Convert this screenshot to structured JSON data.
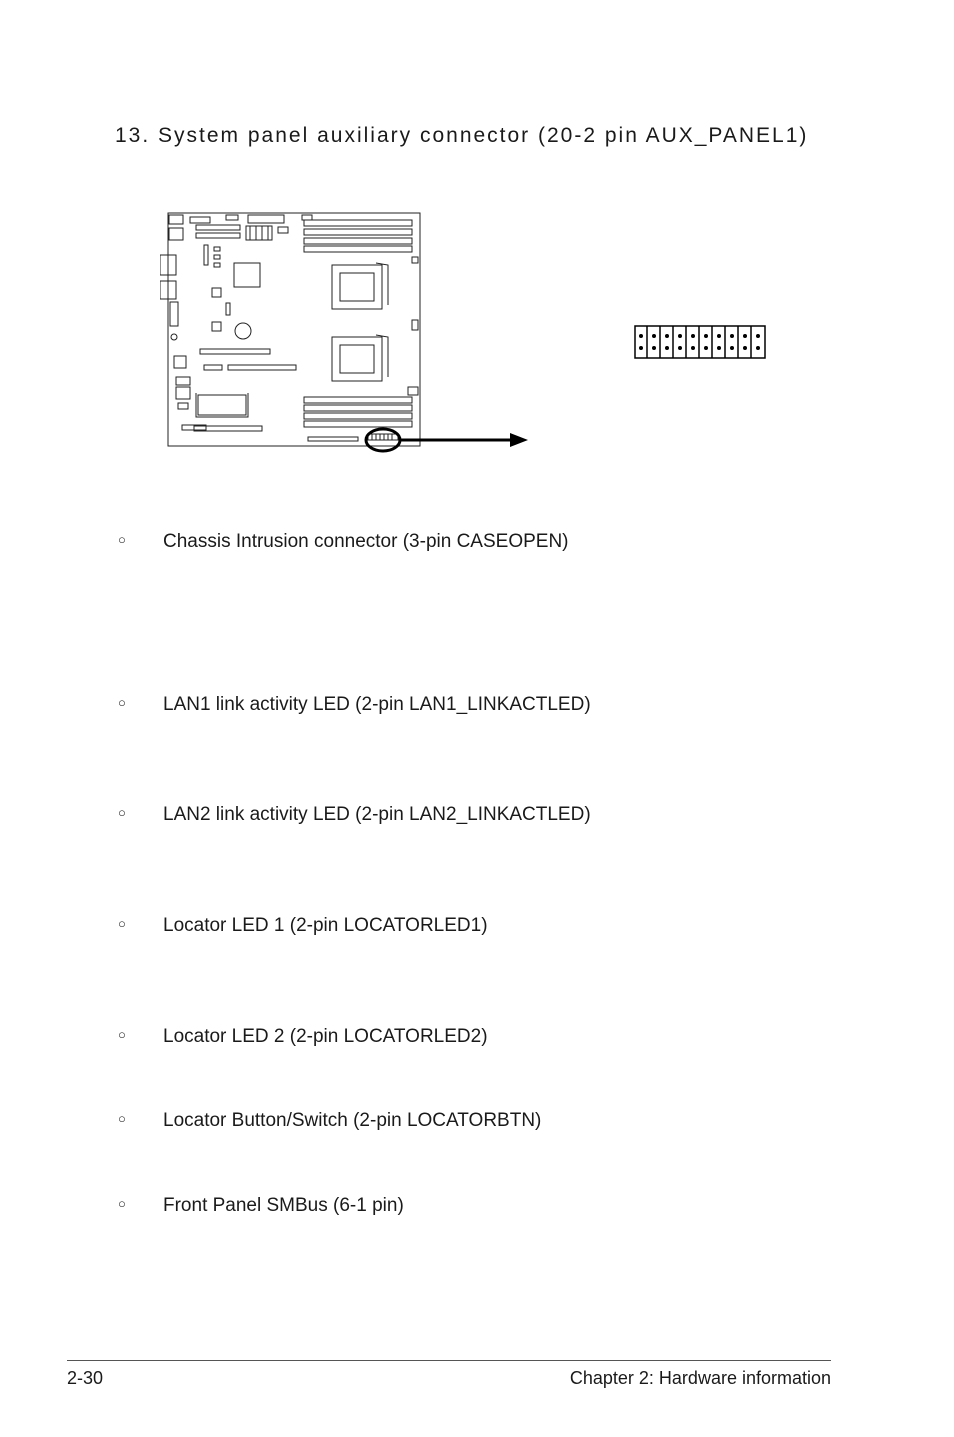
{
  "section": {
    "heading": "13. System panel auxiliary connector (20-2 pin AUX_PANEL1)"
  },
  "items": [
    {
      "bullet": "○",
      "text": "Chassis Intrusion connector (3-pin CASEOPEN)"
    },
    {
      "bullet": "○",
      "text": "LAN1 link activity LED (2-pin LAN1_LINKACTLED)"
    },
    {
      "bullet": "○",
      "text": "LAN2 link activity LED (2-pin LAN2_LINKACTLED)"
    },
    {
      "bullet": "○",
      "text": "Locator LED 1 (2-pin LOCATORLED1)"
    },
    {
      "bullet": "○",
      "text": "Locator LED 2 (2-pin LOCATORLED2)"
    },
    {
      "bullet": "○",
      "text": "Locator Button/Switch (2-pin LOCATORBTN)"
    },
    {
      "bullet": "○",
      "text": "Front Panel SMBus (6-1 pin)"
    }
  ],
  "footer": {
    "page_number": "2-30",
    "chapter": "Chapter 2: Hardware information"
  }
}
